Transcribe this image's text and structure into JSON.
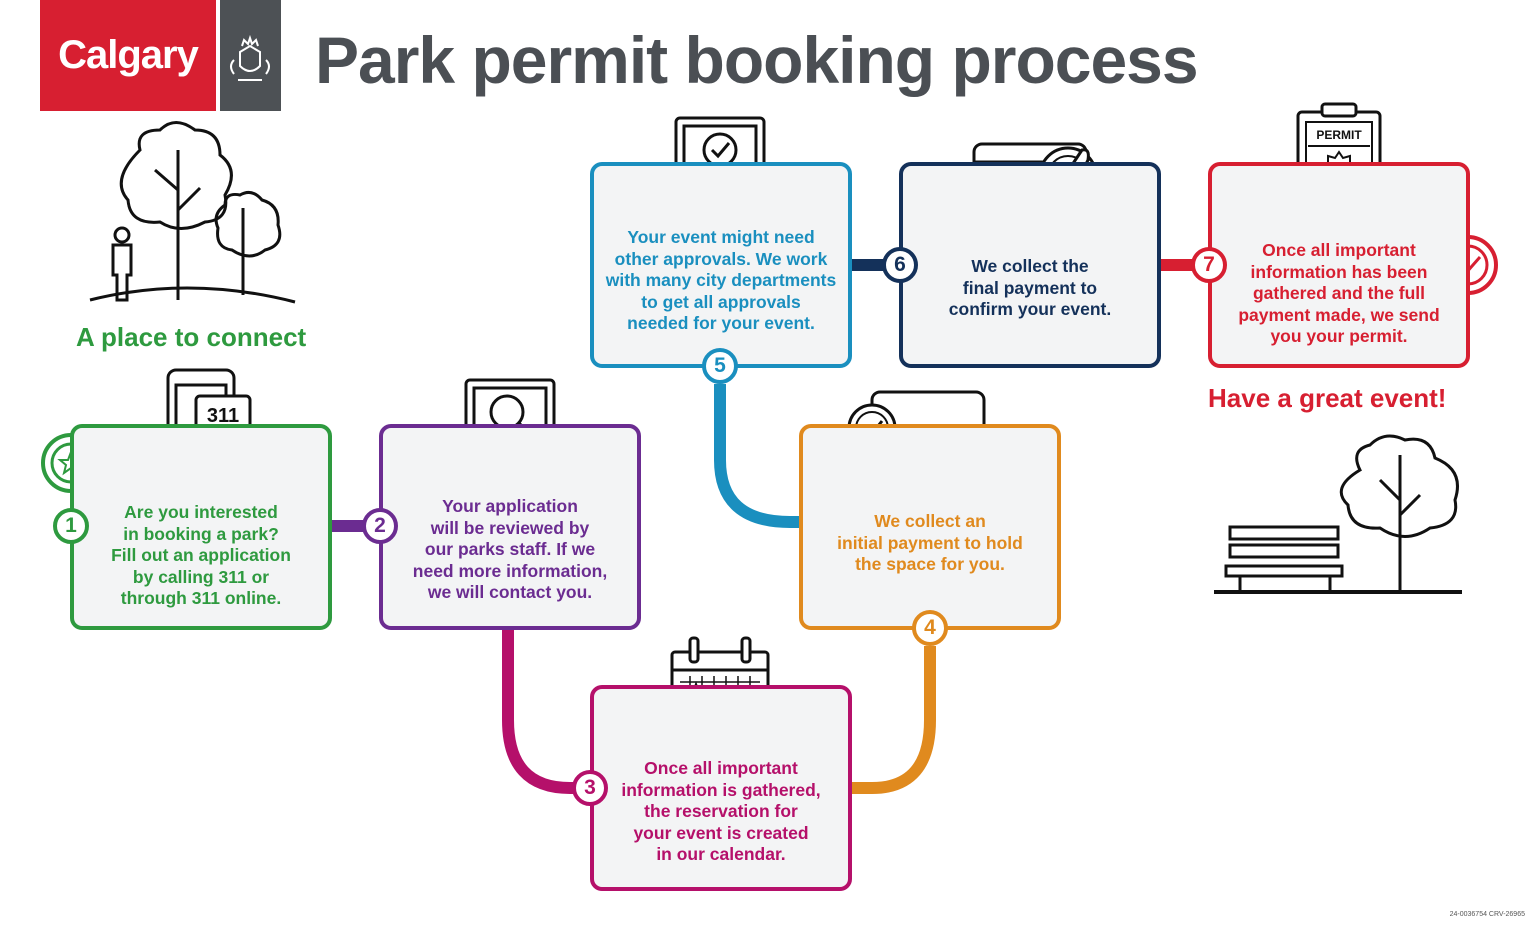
{
  "header": {
    "logo_text": "Calgary",
    "title": "Park permit booking process"
  },
  "taglines": {
    "left": "A place to connect",
    "right": "Have a great event!"
  },
  "steps": [
    {
      "number": "1",
      "color": "#2e9a3f",
      "icon": "smartphone-icon",
      "icon_text": "311",
      "text": "Are you interested\nin booking a park?\nFill out an application\nby calling 311 or\nthrough 311 online."
    },
    {
      "number": "2",
      "color": "#6b2c91",
      "icon": "computer-search-icon",
      "text": "Your application\nwill be reviewed by\nour parks staff. If we\nneed more information,\nwe will contact you."
    },
    {
      "number": "3",
      "color": "#b5106a",
      "icon": "calendar-icon",
      "text": "Once all important\ninformation is gathered,\nthe reservation for\nyour event is created\nin our calendar."
    },
    {
      "number": "4",
      "color": "#e08a1e",
      "icon": "credit-card-check-icon",
      "text": "We collect an\ninitial payment to hold\nthe space for you."
    },
    {
      "number": "5",
      "color": "#1a8fbf",
      "icon": "computer-check-icon",
      "text": "Your event might need\nother approvals. We work\nwith many city departments\nto get all approvals\nneeded for your event."
    },
    {
      "number": "6",
      "color": "#14315a",
      "icon": "credit-card-thumbs-up-icon",
      "text": "We collect the\nfinal payment to\nconfirm your event."
    },
    {
      "number": "7",
      "color": "#d71f31",
      "icon": "permit-clipboard-icon",
      "icon_text": "PERMIT",
      "text": "Once all important\ninformation has been\ngathered and the full\npayment made, we send\nyou your permit."
    }
  ],
  "footer": {
    "code": "24-0036754 CRV-26965"
  }
}
